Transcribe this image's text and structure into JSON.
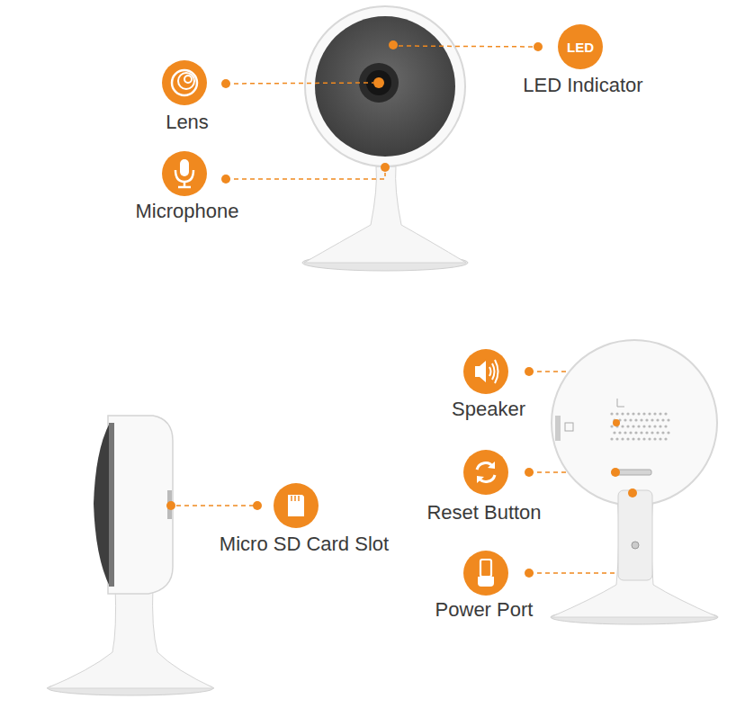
{
  "diagram": {
    "nodes": [
      {
        "text": [
          "LED"
        ]
      }
    ],
    "labels": [
      "Lens",
      "LED Indicator",
      "Microphone",
      "Micro SD Card Slot",
      "Speaker",
      "Reset Button",
      "Power Port"
    ]
  }
}
